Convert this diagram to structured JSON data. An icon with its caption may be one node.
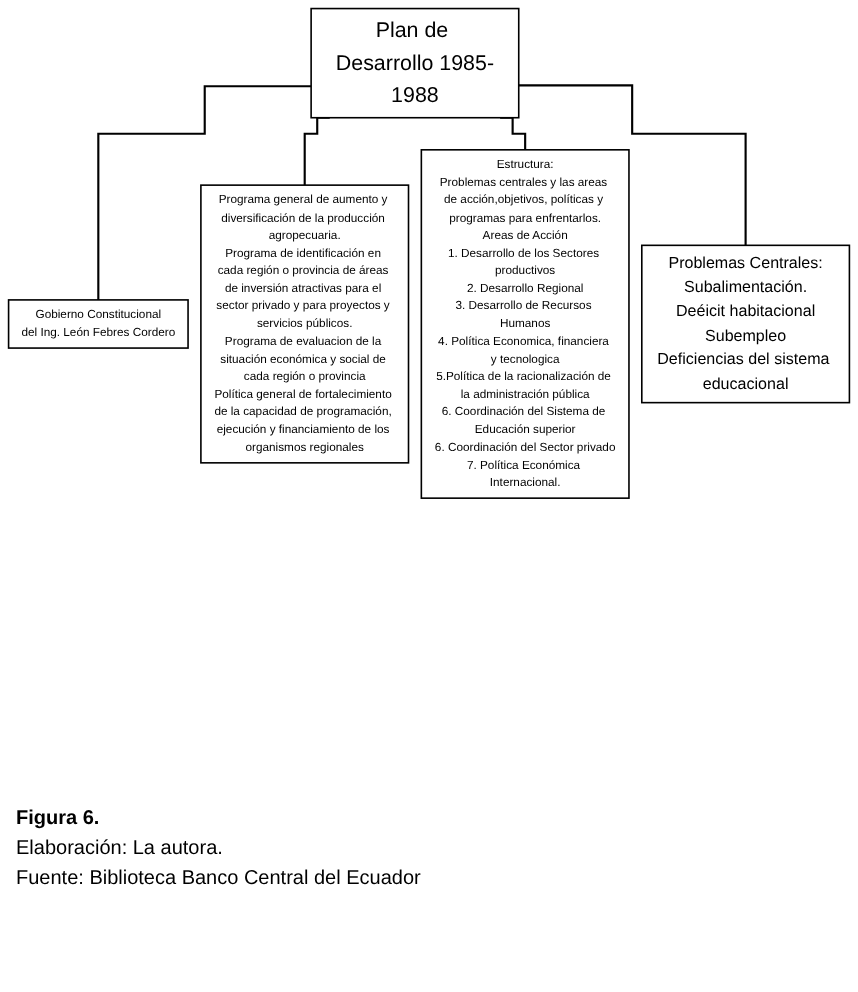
{
  "diagram": {
    "caption": "Figura 6.",
    "nodes": [
      {
        "text": [
          "Plan de Desarrollo 1985-1988"
        ]
      },
      {
        "text": [
          "Gobierno Constitucional",
          "del Ing. León Febres Cordero"
        ]
      },
      {
        "text": [
          "Programa general de aumento y diversificación de la producción agropecuaria.",
          "Programa de identificación en cada región o provincia de áreas de inversión atractivas para el sector privado y para proyectos y servicios públicos.",
          "Programa de evaluacion de la situación económica y social de cada región o provincia",
          "Política general de fortalecimiento de la capacidad de programación, ejecución y financiamiento de los organismos regionales"
        ]
      },
      {
        "text": [
          "Estructura:",
          "Problemas centrales y las areas de acción,objetivos, políticas y programas para enfrentarlos.",
          "Areas de Acción",
          "1. Desarrollo de los Sectores productivos",
          "2. Desarrollo Regional",
          "3. Desarrollo de Recursos Humanos",
          "4. Política Economica, financiera y tecnologica",
          "5.Política de la racionalización de la administración pública",
          "6. Coordinación del Sistema de Educación superior",
          "6. Coordinación del Sector privado",
          "7. Política Económica Internacional."
        ]
      },
      {
        "text": [
          "Problemas Centrales:",
          "Subalimentación.",
          "Deéicit habitacional",
          "Subempleo",
          "Deficiencias del sistema educacional"
        ]
      }
    ],
    "edges": [
      {
        "from": 0,
        "to": 1,
        "arrow": "none"
      },
      {
        "from": 0,
        "to": 2,
        "arrow": "none"
      },
      {
        "from": 0,
        "to": 3,
        "arrow": "none"
      },
      {
        "from": 0,
        "to": 4,
        "arrow": "none"
      }
    ],
    "labels": [
      "Elaboración: La autora.",
      "Fuente: Biblioteca Banco Central del Ecuador"
    ]
  }
}
